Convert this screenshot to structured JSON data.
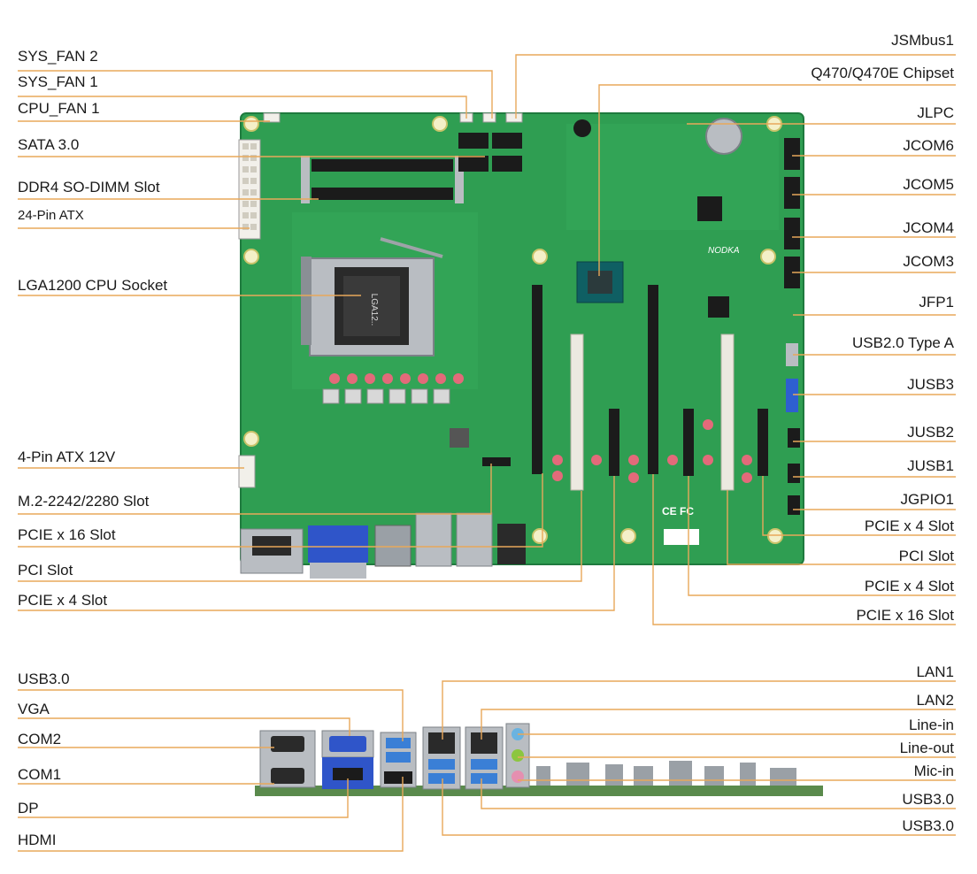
{
  "colors": {
    "leader": "#e8a85a",
    "pcb": "#2f9e52",
    "pcb_dark": "#1f7a3e",
    "slot_black": "#1b1b1b",
    "slot_white": "#ece9e0",
    "metal": "#b9bdc2",
    "vga_blue": "#2f55c9",
    "usb_blue": "#3a7fd6",
    "rear_pcb": "#5a8a4c"
  },
  "board_labels": {
    "left": [
      {
        "id": "sys-fan-2",
        "text": "SYS_FAN 2"
      },
      {
        "id": "sys-fan-1",
        "text": "SYS_FAN 1"
      },
      {
        "id": "cpu-fan-1",
        "text": "CPU_FAN 1"
      },
      {
        "id": "sata-3",
        "text": "SATA 3.0"
      },
      {
        "id": "ddr4-sodimm",
        "text": "DDR4 SO-DIMM Slot"
      },
      {
        "id": "atx-24pin",
        "text": "24-Pin ATX"
      },
      {
        "id": "lga1200",
        "text": "LGA1200 CPU Socket"
      },
      {
        "id": "atx-12v-4pin",
        "text": "4-Pin ATX 12V"
      },
      {
        "id": "m2-slot",
        "text": "M.2-2242/2280  Slot"
      },
      {
        "id": "pcie-x16-left",
        "text": "PCIE x 16 Slot"
      },
      {
        "id": "pci-left",
        "text": "PCI Slot"
      },
      {
        "id": "pcie-x4-left",
        "text": "PCIE x 4 Slot"
      }
    ],
    "right": [
      {
        "id": "jsmbus1",
        "text": "JSMbus1"
      },
      {
        "id": "q470-chipset",
        "text": "Q470/Q470E Chipset"
      },
      {
        "id": "jlpc",
        "text": "JLPC"
      },
      {
        "id": "jcom6",
        "text": "JCOM6"
      },
      {
        "id": "jcom5",
        "text": "JCOM5"
      },
      {
        "id": "jcom4",
        "text": "JCOM4"
      },
      {
        "id": "jcom3",
        "text": "JCOM3"
      },
      {
        "id": "jfp1",
        "text": "JFP1"
      },
      {
        "id": "usb2-type-a",
        "text": "USB2.0 Type A"
      },
      {
        "id": "jusb3",
        "text": "JUSB3"
      },
      {
        "id": "jusb2",
        "text": "JUSB2"
      },
      {
        "id": "jusb1",
        "text": "JUSB1"
      },
      {
        "id": "jgpio1",
        "text": "JGPIO1"
      },
      {
        "id": "pcie-x4-right-1",
        "text": "PCIE x 4 Slot"
      },
      {
        "id": "pci-right",
        "text": "PCI Slot"
      },
      {
        "id": "pcie-x4-right-2",
        "text": "PCIE x 4 Slot"
      },
      {
        "id": "pcie-x16-right",
        "text": "PCIE x 16 Slot"
      }
    ]
  },
  "io_labels": {
    "left": [
      {
        "id": "usb30-left",
        "text": "USB3.0"
      },
      {
        "id": "vga",
        "text": "VGA"
      },
      {
        "id": "com2",
        "text": "COM2"
      },
      {
        "id": "com1",
        "text": "COM1"
      },
      {
        "id": "dp",
        "text": "DP"
      },
      {
        "id": "hdmi",
        "text": "HDMI"
      }
    ],
    "right": [
      {
        "id": "lan1",
        "text": "LAN1"
      },
      {
        "id": "lan2",
        "text": "LAN2"
      },
      {
        "id": "line-in",
        "text": "Line-in"
      },
      {
        "id": "line-out",
        "text": "Line-out"
      },
      {
        "id": "mic-in",
        "text": "Mic-in"
      },
      {
        "id": "usb30-right-1",
        "text": "USB3.0"
      },
      {
        "id": "usb30-right-2",
        "text": "USB3.0"
      }
    ]
  },
  "board_markings": {
    "chip_label": "LGA12..",
    "brand": "NODKA",
    "cert": "CE FC"
  }
}
